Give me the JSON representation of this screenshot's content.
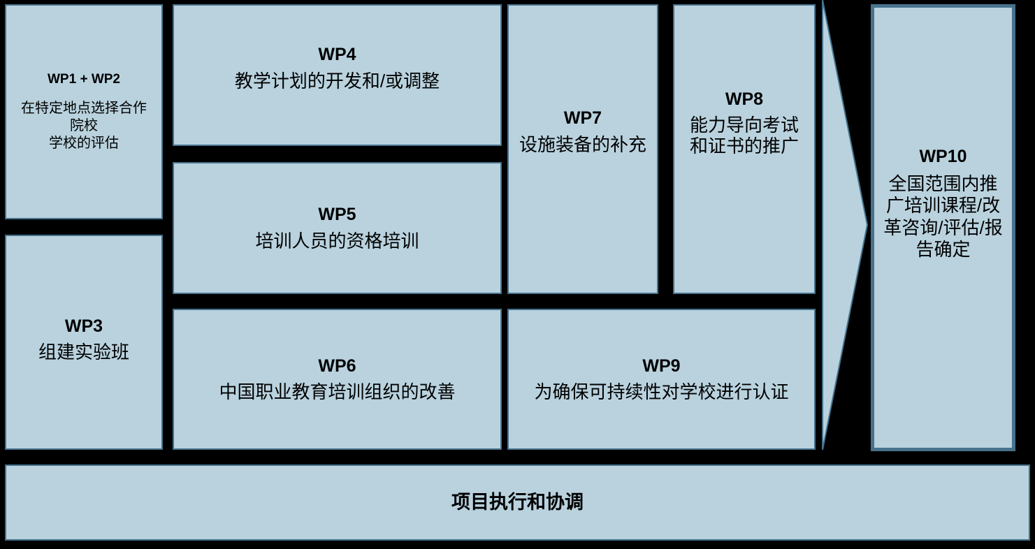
{
  "diagram": {
    "colors": {
      "background": "#000000",
      "box_fill": "#b9d2de",
      "box_border": "#46728c"
    },
    "packages": {
      "wp1_2": {
        "title": "WP1 + WP2",
        "desc": "在特定地点选择合作\n院校\n学校的评估"
      },
      "wp3": {
        "title": "WP3",
        "desc": "组建实验班"
      },
      "wp4": {
        "title": "WP4",
        "desc": "教学计划的开发和/或调整"
      },
      "wp5": {
        "title": "WP5",
        "desc": "培训人员的资格培训"
      },
      "wp6": {
        "title": "WP6",
        "desc": "中国职业教育培训组织的改善"
      },
      "wp7": {
        "title": "WP7",
        "desc": "设施装备的补充"
      },
      "wp8": {
        "title": "WP8",
        "desc": "能力导向考试\n和证书的推广"
      },
      "wp9": {
        "title": "WP9",
        "desc": "为确保可持续性对学校进行认证"
      },
      "wp10": {
        "title": "WP10",
        "desc": "全国范围内推\n广培训课程/改\n革咨询/评估/报\n告确定"
      }
    },
    "footer": {
      "title": "项目执行和协调"
    }
  }
}
